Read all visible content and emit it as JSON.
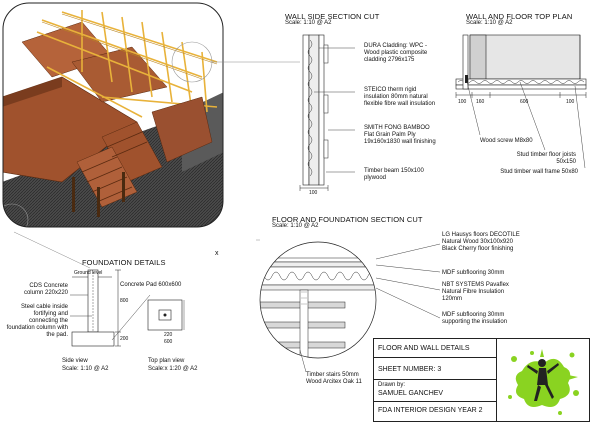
{
  "wall_side": {
    "title": "WALL SIDE SECTION CUT",
    "scale": "Scale: 1:10 @ A2",
    "notes": [
      "DURA Cladding: WPC - Wood plastic composite cladding 2796x175",
      "STEICO therm rigid insulation 80mm natural flexible fibre wall insulation",
      "SMITH FONG BAMBOO Flat Grain Palm Ply 19x160x1830 wall finishing",
      "Timber beam 150x100 plywood"
    ],
    "dims": [
      "100"
    ]
  },
  "top_plan": {
    "title": "WALL AND FLOOR TOP PLAN",
    "scale": "Scale: 1:10 @ A2",
    "dims": [
      "100",
      "160",
      "600",
      "100"
    ],
    "notes": [
      "Wood screw M8x80",
      "Stud timber floor joists 50x150",
      "Stud timber wall frame 50x80"
    ]
  },
  "floor_section": {
    "title": "FLOOR AND FOUNDATION SECTION CUT",
    "scale": "Scale: 1:10 @ A2",
    "notes": [
      "LG Hausys floors DECOTILE Natural Wood 30x100x920 Black Cherry floor finishing",
      "MDF subflooring 30mm",
      "NBT SYSTEMS Pavaflex Natural Fibre Insulation 120mm",
      "MDF subflooring 30mm supporting the insulation",
      "Timber stairs 50mm Wood Arcitex Oak 11"
    ]
  },
  "foundation": {
    "title": "FOUNDATION DETAILS",
    "ground_label": "Ground level",
    "notes": [
      "CDS Concrete column 220x220",
      "Steel cable inside fortifying and connecting the foundation column with the pad.",
      "Concrete Pad 600x600"
    ],
    "dims": [
      "800",
      "200",
      "220",
      "600"
    ],
    "side_view": {
      "label": "Side view",
      "scale": "Scale: 1:10 @ A2"
    },
    "top_view": {
      "label": "Top plan view",
      "scale": "Scale:x 1:20 @ A2"
    }
  },
  "marker": "x",
  "title_block": {
    "drawing_title": "FLOOR AND WALL DETAILS",
    "sheet": "SHEET NUMBER: 3",
    "drawn_by_label": "Drawn by:",
    "author": "SAMUEL GANCHEV",
    "course": "FDA INTERIOR DESIGN YEAR 2",
    "logo_icon": "paint-splash-figure-icon",
    "accent": "#8ad321"
  },
  "colors": {
    "roof_wood": "#a0522d",
    "roof_wood_light": "#c26a3a",
    "timber_frame": "#e8b23a",
    "dark_wall": "#3a3a3a"
  }
}
